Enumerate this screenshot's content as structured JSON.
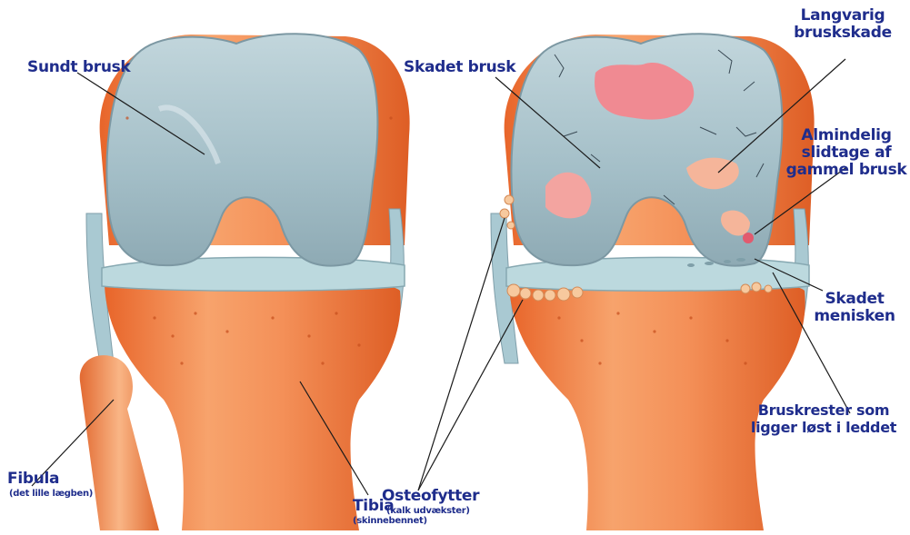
{
  "labels": {
    "sundt_brusk": "Sundt brusk",
    "fibula": "Fibula",
    "fibula_sub": "(det lille lægben)",
    "tibia": "Tibia",
    "tibia_sub": "(skinnebennet)",
    "skadet_brusk": "Skadet brusk",
    "langvarig_1": "Langvarig",
    "langvarig_2": "bruskskade",
    "almindelig_1": "Almindelig",
    "almindelig_2": "slidtage af",
    "almindelig_3": "gammel brusk",
    "skadet_menisken_1": "Skadet",
    "skadet_menisken_2": "menisken",
    "bruskrester_1": "Bruskrester som",
    "bruskrester_2": "ligger løst i leddet",
    "osteofytter": "Osteofytter",
    "osteofytter_sub": "(kalk udvækster)"
  },
  "colors": {
    "bone": "#f28a4e",
    "bone_dark": "#e0652b",
    "cartilage": "#a9c3cc",
    "cartilage_dark": "#7e9ba6",
    "meniscus": "#b9d8dc",
    "damage": "#f08a92",
    "label": "#1f2d8c"
  }
}
